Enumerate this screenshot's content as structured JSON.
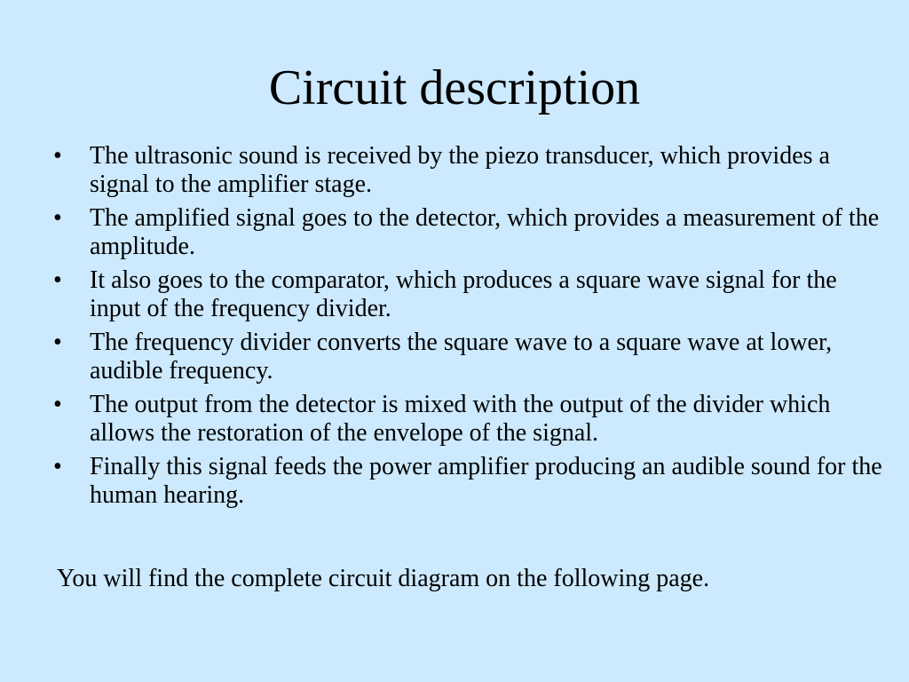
{
  "slide": {
    "title": "Circuit description",
    "bullet_marker": "•",
    "bullets": [
      "The ultrasonic sound is received by the piezo transducer, which provides a signal to the amplifier stage.",
      "The amplified signal goes to the detector, which provides a measurement of the amplitude.",
      "It also goes to the comparator,  which produces a square wave signal for the input of the frequency divider.",
      "The frequency divider converts the square wave to a square wave at lower, audible frequency.",
      "The output from the detector is mixed with the output of the divider which allows the restoration of the envelope of the signal.",
      "Finally this signal feeds the power amplifier producing an audible sound for the human hearing."
    ],
    "closing_text": "You will find the complete circuit diagram on the following page."
  },
  "colors": {
    "background": "#cce9fd",
    "text": "#000000"
  }
}
